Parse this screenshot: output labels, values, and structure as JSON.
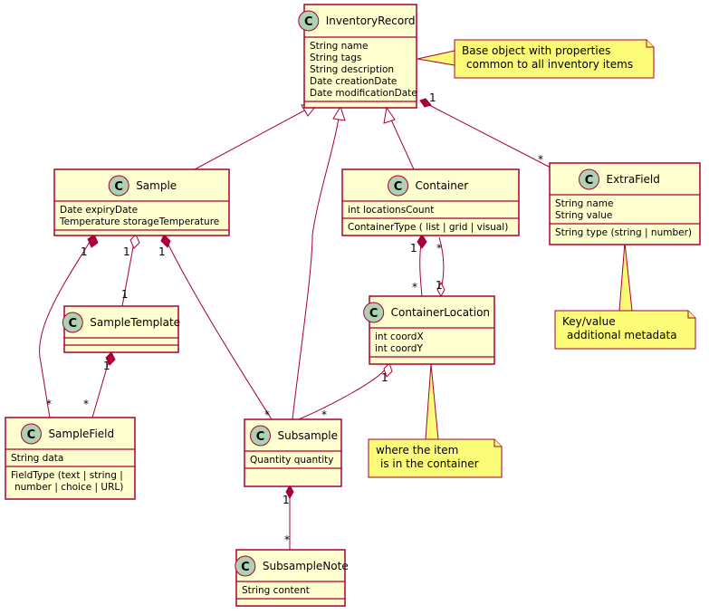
{
  "classes": [
    {
      "id": "inventoryrecord",
      "name": "InventoryRecord",
      "fields": [
        "String name",
        "String tags",
        "String description",
        "Date creationDate",
        "Date modificationDate"
      ],
      "methods": []
    },
    {
      "id": "sample",
      "name": "Sample",
      "fields": [
        "Date expiryDate",
        "Temperature storageTemperature"
      ],
      "methods": []
    },
    {
      "id": "container",
      "name": "Container",
      "fields": [
        "int locationsCount"
      ],
      "methods": [
        "ContainerType ( list | grid | visual)"
      ]
    },
    {
      "id": "extrafield",
      "name": "ExtraField",
      "fields": [
        "String name",
        "String value"
      ],
      "methods": [
        "String type (string | number)"
      ]
    },
    {
      "id": "sampletemplate",
      "name": "SampleTemplate",
      "fields": [],
      "methods": []
    },
    {
      "id": "containerlocation",
      "name": "ContainerLocation",
      "fields": [
        "int  coordX",
        "int  coordY"
      ],
      "methods": []
    },
    {
      "id": "samplefield",
      "name": "SampleField",
      "fields": [
        "String data"
      ],
      "methods": [
        "FieldType (text | string |",
        "number | choice | URL)"
      ]
    },
    {
      "id": "subsample",
      "name": "Subsample",
      "fields": [
        "Quantity quantity"
      ],
      "methods": []
    },
    {
      "id": "subsamplenote",
      "name": "SubsampleNote",
      "fields": [
        "String content"
      ],
      "methods": []
    }
  ],
  "notes": [
    {
      "id": "note-inventory",
      "lines": [
        "Base object with  properties",
        "common  to all inventory items"
      ]
    },
    {
      "id": "note-extrafield",
      "lines": [
        "Key/value",
        "additional metadata"
      ]
    },
    {
      "id": "note-location",
      "lines": [
        "where the item",
        "is in the container"
      ]
    }
  ],
  "badge_letter": "C",
  "multiplicities": {
    "ir_extra_near": "1",
    "ir_extra_far": "*",
    "sample_field_near": "1",
    "sample_field_far": "*",
    "sample_template_near": "1",
    "sample_template_far": "1",
    "sample_subsample_near": "1",
    "sample_subsample_far": "*",
    "template_field_near": "1",
    "template_field_far": "*",
    "container_loc_a_near": "1",
    "container_loc_a_far": "*",
    "container_loc_b_near": "*",
    "container_loc_b_far": "1",
    "loc_subsample_near": "1",
    "loc_subsample_far": "*",
    "subsample_note_near": "1",
    "subsample_note_far": "*"
  },
  "colors": {
    "class_fill": "#FEFECE",
    "border": "#A80036",
    "note_fill": "#FBFB77",
    "badge": "#ADD1B2"
  }
}
